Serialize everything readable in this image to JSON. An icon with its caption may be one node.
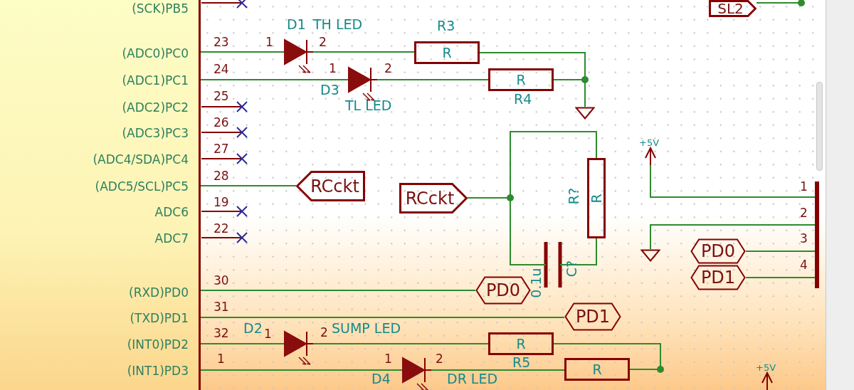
{
  "diagram": {
    "nodes": [
      {
        "text": [
          "(SCK)PB5",
          "(ADC0)PC0",
          "(ADC1)PC1",
          "(ADC2)PC2",
          "(ADC3)PC3",
          "(ADC4/SDA)PC4",
          "(ADC5/SCL)PC5",
          "ADC6",
          "ADC7",
          "(RXD)PD0",
          "(TXD)PD1",
          "(INT0)PD2",
          "(INT1)PD3"
        ]
      },
      {
        "text": [
          "D1",
          "TH LED"
        ]
      },
      {
        "text": [
          "D3",
          "TL LED"
        ]
      },
      {
        "text": [
          "R3",
          "R"
        ]
      },
      {
        "text": [
          "R",
          "R4"
        ]
      },
      {
        "text": [],
        "shape": "triangle"
      },
      {
        "text": [
          "RCckt"
        ]
      },
      {
        "text": [
          "RCckt"
        ]
      },
      {
        "text": [
          "R?",
          "R"
        ]
      },
      {
        "text": [
          "0.1u",
          "C?"
        ]
      },
      {
        "text": [
          "PD0"
        ]
      },
      {
        "text": [
          "PD1"
        ]
      },
      {
        "text": [
          "D2",
          "SUMP LED"
        ]
      },
      {
        "text": [
          "R",
          "R5"
        ]
      },
      {
        "text": [
          "D4",
          "DR LED"
        ]
      },
      {
        "text": [
          "R"
        ]
      },
      {
        "text": [
          "SL2"
        ]
      },
      {
        "text": [
          "+5V"
        ]
      },
      {
        "text": [],
        "shape": "triangle"
      },
      {
        "text": [],
        "shape": "bar"
      },
      {
        "text": [
          "PD0"
        ]
      },
      {
        "text": [
          "PD1"
        ]
      },
      {
        "text": [
          "+5V"
        ]
      }
    ],
    "edges": [
      {
        "from": 0,
        "to": 1,
        "arrow": "none"
      },
      {
        "from": 1,
        "to": 3,
        "arrow": "none"
      },
      {
        "from": 3,
        "to": 5,
        "arrow": "none"
      },
      {
        "from": 0,
        "to": 2,
        "arrow": "none"
      },
      {
        "from": 2,
        "to": 4,
        "arrow": "none"
      },
      {
        "from": 4,
        "to": 5,
        "arrow": "none"
      },
      {
        "from": 0,
        "to": 6,
        "arrow": "none"
      },
      {
        "from": 7,
        "to": 8,
        "arrow": "none"
      },
      {
        "from": 7,
        "to": 9,
        "arrow": "none"
      },
      {
        "from": 9,
        "to": 8,
        "arrow": "none"
      },
      {
        "from": 0,
        "to": 10,
        "arrow": "none"
      },
      {
        "from": 0,
        "to": 11,
        "arrow": "none"
      },
      {
        "from": 0,
        "to": 12,
        "arrow": "none"
      },
      {
        "from": 12,
        "to": 13,
        "arrow": "none"
      },
      {
        "from": 0,
        "to": 14,
        "arrow": "none"
      },
      {
        "from": 14,
        "to": 15,
        "arrow": "none"
      },
      {
        "from": 13,
        "to": 15,
        "arrow": "none"
      },
      {
        "from": 16,
        "to": null,
        "arrow": "other"
      },
      {
        "from": 17,
        "to": 19,
        "arrow": "none"
      },
      {
        "from": 18,
        "to": 19,
        "arrow": "none"
      },
      {
        "from": 20,
        "to": 19,
        "arrow": "none"
      },
      {
        "from": 21,
        "to": 19,
        "arrow": "none"
      }
    ],
    "labels": [
      "23",
      "1",
      "2",
      "24",
      "1",
      "2",
      "25",
      "26",
      "27",
      "28",
      "1",
      "19",
      "2",
      "22",
      "3",
      "4",
      "30",
      "31",
      "32",
      "1",
      "2",
      "1",
      "1",
      "2"
    ]
  }
}
